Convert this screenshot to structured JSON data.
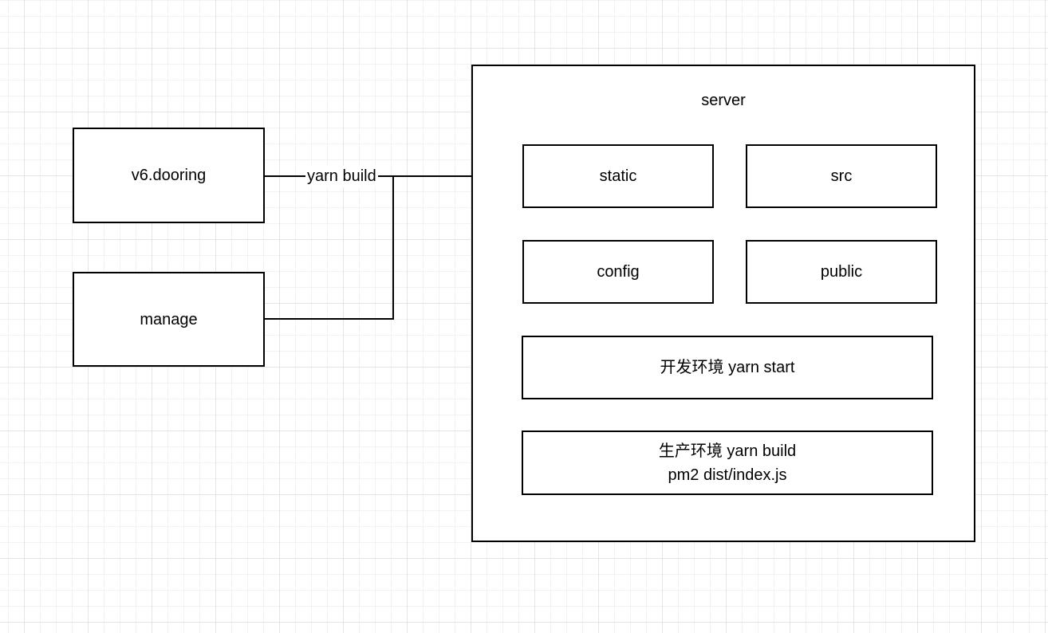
{
  "colors": {
    "canvas_bg": "#ffffff",
    "grid_minor": "#f2f2f2",
    "grid_major": "#e4e4e4",
    "shape_fill": "#ffffff",
    "shape_stroke": "#000000",
    "text_color": "#000000"
  },
  "nodes": {
    "v6_dooring": {
      "label": "v6.dooring"
    },
    "manage": {
      "label": "manage"
    },
    "server": {
      "label": "server"
    },
    "static": {
      "label": "static"
    },
    "src": {
      "label": "src"
    },
    "config": {
      "label": "config"
    },
    "public": {
      "label": "public"
    },
    "dev_env": {
      "label": "开发环境 yarn start"
    },
    "prod_env": {
      "line1": "生产环境 yarn build",
      "line2": "pm2 dist/index.js"
    }
  },
  "edges": {
    "yarn_build": {
      "label": "yarn build"
    }
  }
}
